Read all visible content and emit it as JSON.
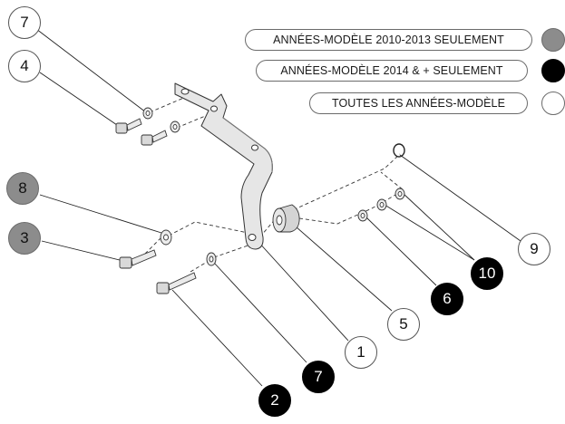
{
  "legend": [
    {
      "label": "ANNÉES-MODÈLE 2010-2013 SEULEMENT",
      "color": "#8c8c8c"
    },
    {
      "label": "ANNÉES-MODÈLE 2014 & + SEULEMENT",
      "color": "#000000"
    },
    {
      "label": "TOUTES LES ANNÉES-MODÈLE",
      "color": "#ffffff"
    }
  ],
  "callouts": {
    "c7_top": "7",
    "c4": "4",
    "c8": "8",
    "c3": "3",
    "c9": "9",
    "c10": "10",
    "c6": "6",
    "c5": "5",
    "c1": "1",
    "c7_bottom": "7",
    "c2": "2"
  },
  "colors": {
    "gray_group": "#8c8c8c",
    "black_group": "#000000",
    "white_group": "#ffffff"
  }
}
